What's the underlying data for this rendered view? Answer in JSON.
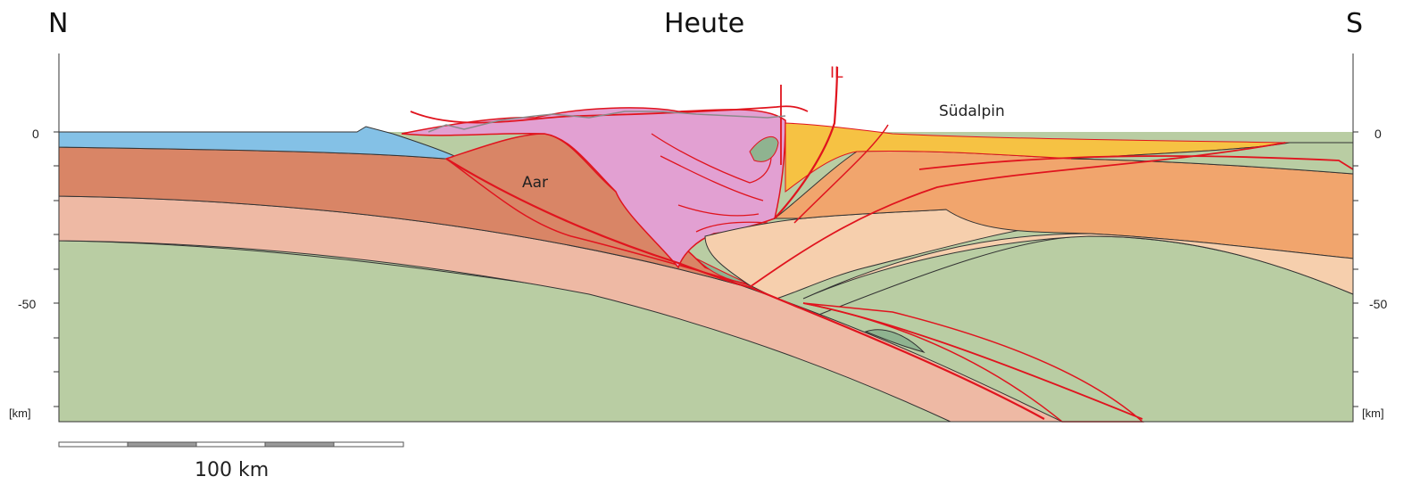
{
  "title": "Heute",
  "directions": {
    "left": "N",
    "right": "S"
  },
  "axis": {
    "left_ticks": [
      "0",
      "-50"
    ],
    "right_ticks": [
      "0",
      "-50"
    ],
    "unit": "[km]"
  },
  "labels": {
    "aar": "Aar",
    "sudalpin": "Südalpin",
    "il": "IL"
  },
  "scale_bar": {
    "label": "100 km",
    "segments": 5
  },
  "colors": {
    "mantle_green": "#b9cda3",
    "lower_crust_pink": "#eeb9a4",
    "upper_crust_brown": "#d98566",
    "sediment_blue": "#84c1e6",
    "penninic_pink": "#e2a0d2",
    "south_orange": "#f1a56d",
    "south_yellow": "#f6c243",
    "light_peach": "#f6cfad",
    "fault_red": "#e0141e"
  }
}
